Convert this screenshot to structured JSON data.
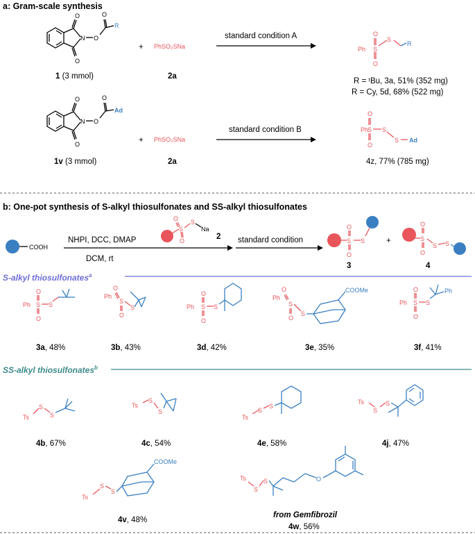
{
  "section_a": {
    "title": "a: Gram-scale synthesis",
    "row1": {
      "reactant1_label_num": "1",
      "reactant1_label_rest": " (3 mmol)",
      "reagent": "PhSO₂SNa",
      "reagent_label": "2a",
      "plus": "+",
      "condition": "standard condition A",
      "product_ph": "Ph",
      "product_r": "R",
      "result1": "R = ᵗBu, 3a, 51% (352 mg)",
      "result2": "R = Cy, 5d, 68% (522 mg)"
    },
    "row2": {
      "reactant1_label_num": "1v",
      "reactant1_label_rest": " (3 mmol)",
      "reagent": "PhSO₂SNa",
      "reagent_label": "2a",
      "plus": "+",
      "condition": "standard condition B",
      "product_ph": "Ph",
      "product_ad": "Ad",
      "result": "4z, 77% (785 mg)"
    }
  },
  "section_b": {
    "title": "b: One-pot synthesis of S-alkyl thiosulfonates and SS-alkyl thiosulfonates",
    "acid": "COOH",
    "reagents_line1": "NHPI, DCC, DMAP",
    "reagents_line2": "DCM, rt",
    "reagent2_na": "Na",
    "reagent2_num": "2",
    "condition": "standard condition",
    "product3": "3",
    "product4": "4",
    "plus": "+",
    "header_s": "S-alkyl thiosulfonates",
    "header_s_sup": "a",
    "header_ss": "SS-alkyl thiosulfonates",
    "header_ss_sup": "b",
    "s_products": [
      {
        "id": "3a",
        "yield": ", 48%"
      },
      {
        "id": "3b",
        "yield": ", 43%"
      },
      {
        "id": "3d",
        "yield": ", 42%"
      },
      {
        "id": "3e",
        "yield": ", 35%"
      },
      {
        "id": "3f",
        "yield": ", 41%"
      }
    ],
    "ss_products": [
      {
        "id": "4b",
        "yield": ", 67%"
      },
      {
        "id": "4c",
        "yield": ", 54%"
      },
      {
        "id": "4e",
        "yield": ", 58%"
      },
      {
        "id": "4j",
        "yield": ", 47%"
      },
      {
        "id": "4v",
        "yield": ", 48%"
      },
      {
        "id": "4w",
        "yield": ", 56%"
      }
    ],
    "gemfibrozil_note": "from Gemfibrozil",
    "coome": "COOMe",
    "ph": "Ph",
    "ts": "Ts",
    "s": "S",
    "o": "O",
    "n": "N",
    "r": "R"
  },
  "colors": {
    "red": "#e8555b",
    "blue": "#3a7fc1",
    "lavender": "#6f6fd6",
    "teal": "#3d8a8a"
  }
}
